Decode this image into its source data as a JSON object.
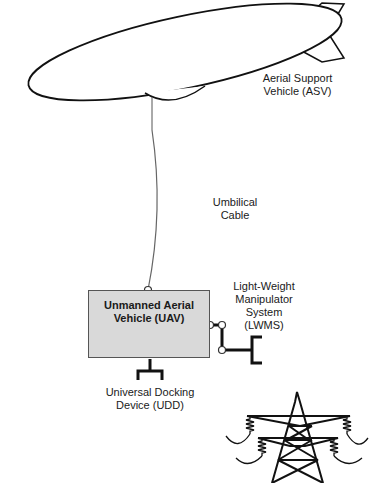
{
  "diagram": {
    "nodes": [
      {
        "text": [
          "Aerial Support Vehicle (ASV)"
        ]
      },
      {
        "text": [
          "Unmanned Aerial Vehicle (UAV)"
        ]
      }
    ],
    "edges": [
      {
        "from": 0,
        "to": 1,
        "arrow": "none",
        "label": "Umbilical Cable"
      }
    ],
    "labels": [
      "Light-Weight Manipulator System (LWMS)",
      "Universal Docking Device (UDD)"
    ]
  }
}
